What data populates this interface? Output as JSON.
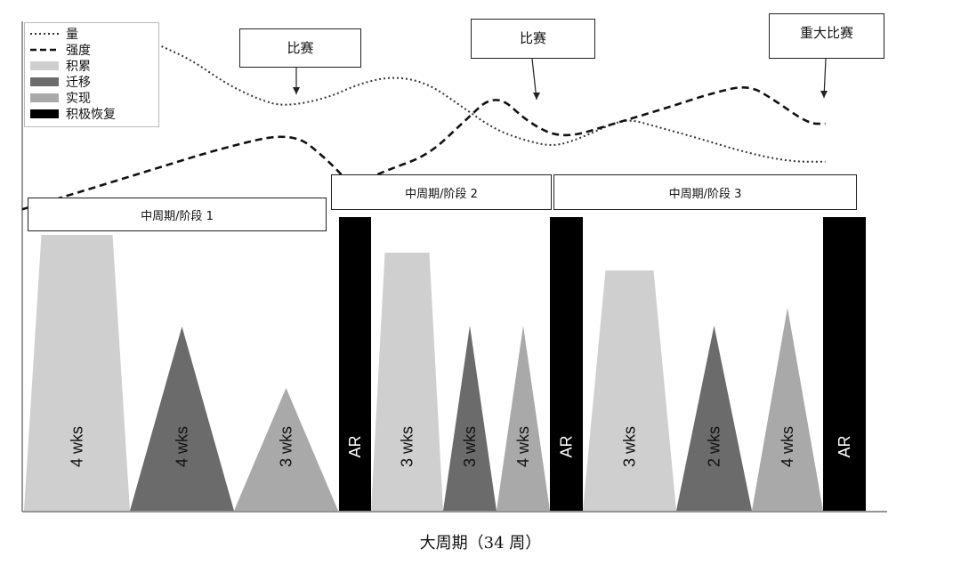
{
  "legend": [
    {
      "label": "量",
      "style": "dotted",
      "color": "#333333"
    },
    {
      "label": "强度",
      "style": "dashed",
      "color": "#111111"
    },
    {
      "label": "积累",
      "style": "fill",
      "color": "#cfcfcf"
    },
    {
      "label": "迁移",
      "style": "fill",
      "color": "#6b6b6b"
    },
    {
      "label": "实现",
      "style": "fill",
      "color": "#a9a9a9"
    },
    {
      "label": "积极恢复",
      "style": "fill",
      "color": "#000000"
    }
  ],
  "callouts": [
    {
      "label": "比赛"
    },
    {
      "label": "比赛"
    },
    {
      "label": "重大比赛"
    }
  ],
  "phases": [
    {
      "label": "中周期/阶段 1"
    },
    {
      "label": "中周期/阶段 2"
    },
    {
      "label": "中周期/阶段 3"
    }
  ],
  "caption": "大周期（34 周）",
  "chart_data": {
    "type": "area",
    "title": "",
    "xlabel": "大周期（34 周）",
    "blocks": [
      {
        "type": "积累",
        "label": "4 wks",
        "height": 310
      },
      {
        "type": "迁移",
        "label": "4 wks",
        "height": 207
      },
      {
        "type": "实现",
        "label": "3 wks",
        "height": 138
      },
      {
        "type": "积极恢复",
        "label": "AR",
        "height": 330
      },
      {
        "type": "积累",
        "label": "3 wks",
        "height": 290
      },
      {
        "type": "迁移",
        "label": "3 wks",
        "height": 208
      },
      {
        "type": "实现",
        "label": "4 wks",
        "height": 208
      },
      {
        "type": "积极恢复",
        "label": "AR",
        "height": 330
      },
      {
        "type": "积累",
        "label": "3 wks",
        "height": 270
      },
      {
        "type": "迁移",
        "label": "2 wks",
        "height": 208
      },
      {
        "type": "实现",
        "label": "4 wks",
        "height": 228
      },
      {
        "type": "积极恢复",
        "label": "AR",
        "height": 330
      }
    ],
    "series": [
      {
        "name": "量",
        "style": "dotted",
        "points": [
          [
            0.16,
            0.0
          ],
          [
            0.2,
            0.13
          ],
          [
            0.24,
            0.33
          ],
          [
            0.28,
            0.47
          ],
          [
            0.31,
            0.53
          ],
          [
            0.36,
            0.46
          ],
          [
            0.4,
            0.33
          ],
          [
            0.44,
            0.27
          ],
          [
            0.48,
            0.33
          ],
          [
            0.52,
            0.53
          ],
          [
            0.56,
            0.73
          ],
          [
            0.6,
            0.83
          ],
          [
            0.63,
            0.87
          ],
          [
            0.66,
            0.8
          ],
          [
            0.7,
            0.67
          ],
          [
            0.72,
            0.64
          ],
          [
            0.75,
            0.7
          ],
          [
            0.8,
            0.8
          ],
          [
            0.86,
            0.93
          ],
          [
            0.91,
            1.0
          ],
          [
            0.95,
            1.0
          ]
        ]
      },
      {
        "name": "强度",
        "style": "dashed",
        "points": [
          [
            0.0,
            1.33
          ],
          [
            0.06,
            1.2
          ],
          [
            0.15,
            1.0
          ],
          [
            0.24,
            0.8
          ],
          [
            0.32,
            0.67
          ],
          [
            0.36,
            0.9
          ],
          [
            0.39,
            1.13
          ],
          [
            0.43,
            1.0
          ],
          [
            0.48,
            0.87
          ],
          [
            0.52,
            0.6
          ],
          [
            0.56,
            0.33
          ],
          [
            0.6,
            0.6
          ],
          [
            0.64,
            0.73
          ],
          [
            0.7,
            0.6
          ],
          [
            0.76,
            0.47
          ],
          [
            0.82,
            0.33
          ],
          [
            0.86,
            0.27
          ],
          [
            0.89,
            0.4
          ],
          [
            0.93,
            0.6
          ],
          [
            0.95,
            0.6
          ]
        ]
      }
    ]
  }
}
